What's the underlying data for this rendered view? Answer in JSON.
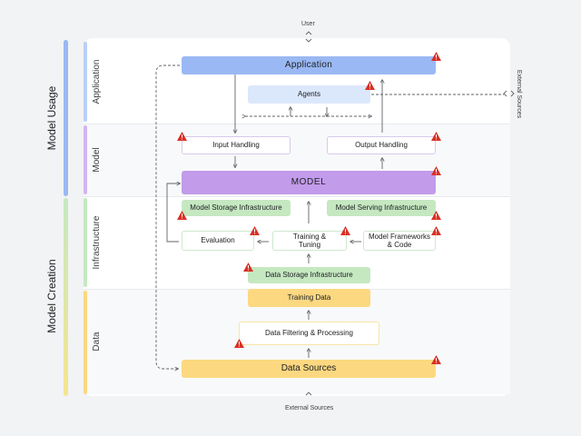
{
  "top_label": "User",
  "bottom_label": "External Sources",
  "right_label": "External Sources",
  "groups": {
    "model_usage": "Model Usage",
    "model_creation": "Model Creation"
  },
  "layers": {
    "application": "Application",
    "model": "Model",
    "infrastructure": "Infrastructure",
    "data": "Data"
  },
  "components": {
    "application": "Application",
    "agents": "Agents",
    "input_handling": "Input Handling",
    "output_handling": "Output Handling",
    "model": "MODEL",
    "model_storage": "Model Storage Infrastructure",
    "model_serving": "Model Serving Infrastructure",
    "evaluation": "Evaluation",
    "training": "Training & Tuning",
    "frameworks": "Model Frameworks & Code",
    "data_storage": "Data Storage Infrastructure",
    "training_data": "Training Data",
    "filtering": "Data Filtering & Processing",
    "data_sources": "Data Sources"
  },
  "colors": {
    "application": "#9ab8f3",
    "model": "#c29bea",
    "infrastructure": "#c5e8c1",
    "data": "#fcd880",
    "warning": "#d93025"
  }
}
